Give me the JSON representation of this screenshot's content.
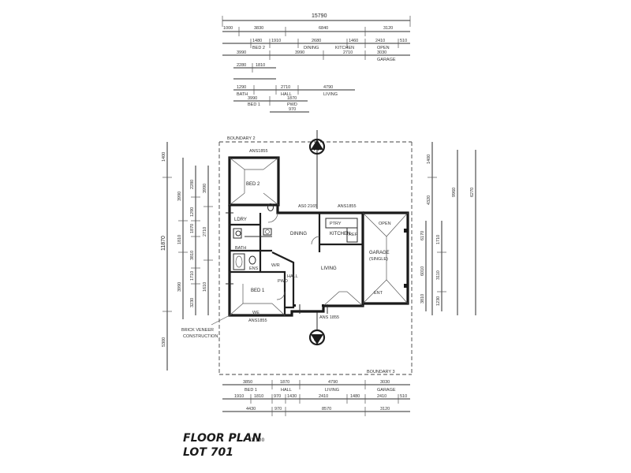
{
  "title": {
    "line1": "FLOOR PLAN",
    "scale": "1:100",
    "line2": "LOT 701"
  },
  "boundaries": {
    "north": "BOUNDARY 2",
    "south": "BOUNDARY 3"
  },
  "section_markers": {
    "top": "A",
    "bottom": "A"
  },
  "notes": {
    "brick_veneer_1": "BRICK VENEER",
    "brick_veneer_2": "CONSTRUCTION",
    "ans_top": "ANS1855",
    "ans_mid_left": "AS0 2165",
    "ans_mid_right": "ANS1855",
    "ans_bottom_left": "ANS1855",
    "ans_bottom_right": "ANS 1855",
    "we": "WE"
  },
  "rooms": {
    "bed2": "BED 2",
    "bed1": "BED 1",
    "ldry": "LDRY",
    "dining": "DINING",
    "kitchen": "KITCHEN",
    "living": "LIVING",
    "garage": "GARAGE",
    "garage_sub": "(SINGLE)",
    "wir": "W/R",
    "hall": "HALL",
    "bath": "BATH",
    "ens": "ENS",
    "pantry": "PTRY",
    "ref": "REF",
    "open": "OPEN",
    "pwd": "PWD",
    "entry": "ENT"
  },
  "top_dims": {
    "overall": "15790",
    "row1": [
      "1000",
      "3830",
      "6840",
      "3120"
    ],
    "row2": [
      "1480",
      "1910",
      "2680",
      "1460",
      "2410",
      "510"
    ],
    "row2_labels": [
      "BED 2",
      "DINING",
      "KITCHEN",
      "OPEN",
      "GARAGE"
    ],
    "row3": [
      "3990",
      "3990",
      "2710",
      "3030"
    ],
    "row4": [
      "2280",
      "1810"
    ],
    "row5": [
      "1290",
      "2710",
      "4790"
    ],
    "row5_labels": [
      "BATH",
      "HALL",
      "LIVING"
    ],
    "row6": [
      "3990",
      "1870"
    ],
    "row6_labels": [
      "BED 1",
      "PWD"
    ],
    "row7": [
      "970"
    ]
  },
  "left_dims": {
    "overall": "11870",
    "outer": [
      "1400",
      "5300"
    ],
    "col1": [
      "3990",
      "1810",
      "3990"
    ],
    "col2": [
      "2280",
      "1290",
      "1870",
      "3810",
      "1710",
      "3230"
    ],
    "col3": [
      "3990",
      "2710",
      "1610"
    ]
  },
  "right_dims": {
    "outer": [
      "1400",
      "4320",
      "9960",
      "6270"
    ],
    "col1": [
      "6170",
      "6010",
      "3810"
    ],
    "col2": [
      "1710",
      "3110",
      "1230"
    ]
  },
  "bottom_dims": {
    "row1": [
      "3850",
      "1870",
      "4790",
      "3030"
    ],
    "row1_labels": [
      "BED 1",
      "HALL",
      "LIVING",
      "GARAGE"
    ],
    "row2": [
      "1910",
      "1810",
      "970",
      "1430",
      "2410",
      "1480",
      "2410",
      "510"
    ],
    "row3": [
      "4430",
      "970",
      "8570",
      "3120"
    ]
  }
}
